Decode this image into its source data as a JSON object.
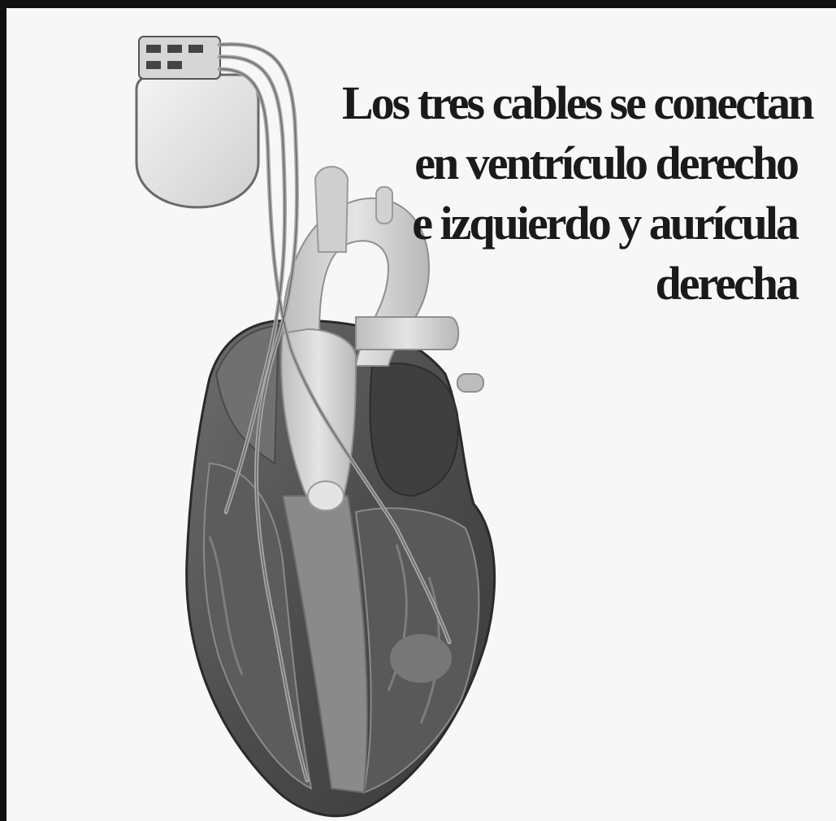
{
  "caption": {
    "lines": [
      "Los tres cables se conectan",
      "en ventrículo derecho",
      "e izquierdo y aurícula",
      "derecha"
    ]
  },
  "illustration": {
    "subject": "pacemaker-with-three-leads-heart-cutaway",
    "colors": {
      "background": "#f7f7f7",
      "heart_dark": "#4a4a4a",
      "heart_mid": "#7a7a7a",
      "vessel_light": "#d9d9d9",
      "device": "#ececec",
      "frame": "#111111"
    }
  }
}
